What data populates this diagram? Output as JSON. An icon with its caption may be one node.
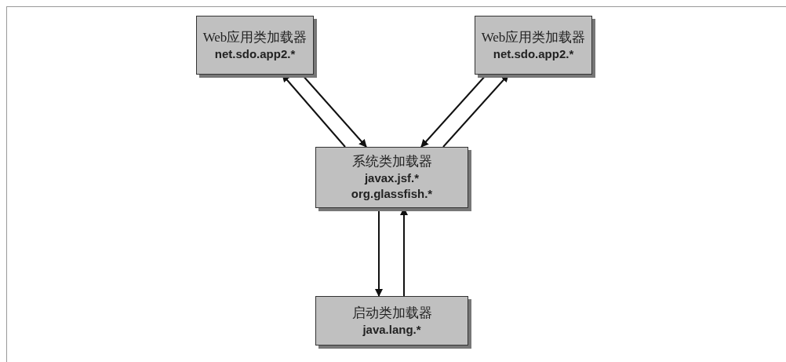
{
  "diagram": {
    "nodes": [
      {
        "text": [
          "Web应用类加载器",
          "net.sdo.app2.*"
        ]
      },
      {
        "text": [
          "Web应用类加载器",
          "net.sdo.app2.*"
        ]
      },
      {
        "text": [
          "系统类加载器",
          "javax.jsf.*",
          "org.glassfish.*"
        ]
      },
      {
        "text": [
          "启动类加载器",
          "java.lang.*"
        ]
      }
    ],
    "edges": [
      {
        "from": 0,
        "to": 2,
        "arrow": "to"
      },
      {
        "from": 2,
        "to": 0,
        "arrow": "to"
      },
      {
        "from": 1,
        "to": 2,
        "arrow": "to"
      },
      {
        "from": 2,
        "to": 1,
        "arrow": "to"
      },
      {
        "from": 2,
        "to": 3,
        "arrow": "to"
      },
      {
        "from": 3,
        "to": 2,
        "arrow": "to"
      }
    ]
  }
}
